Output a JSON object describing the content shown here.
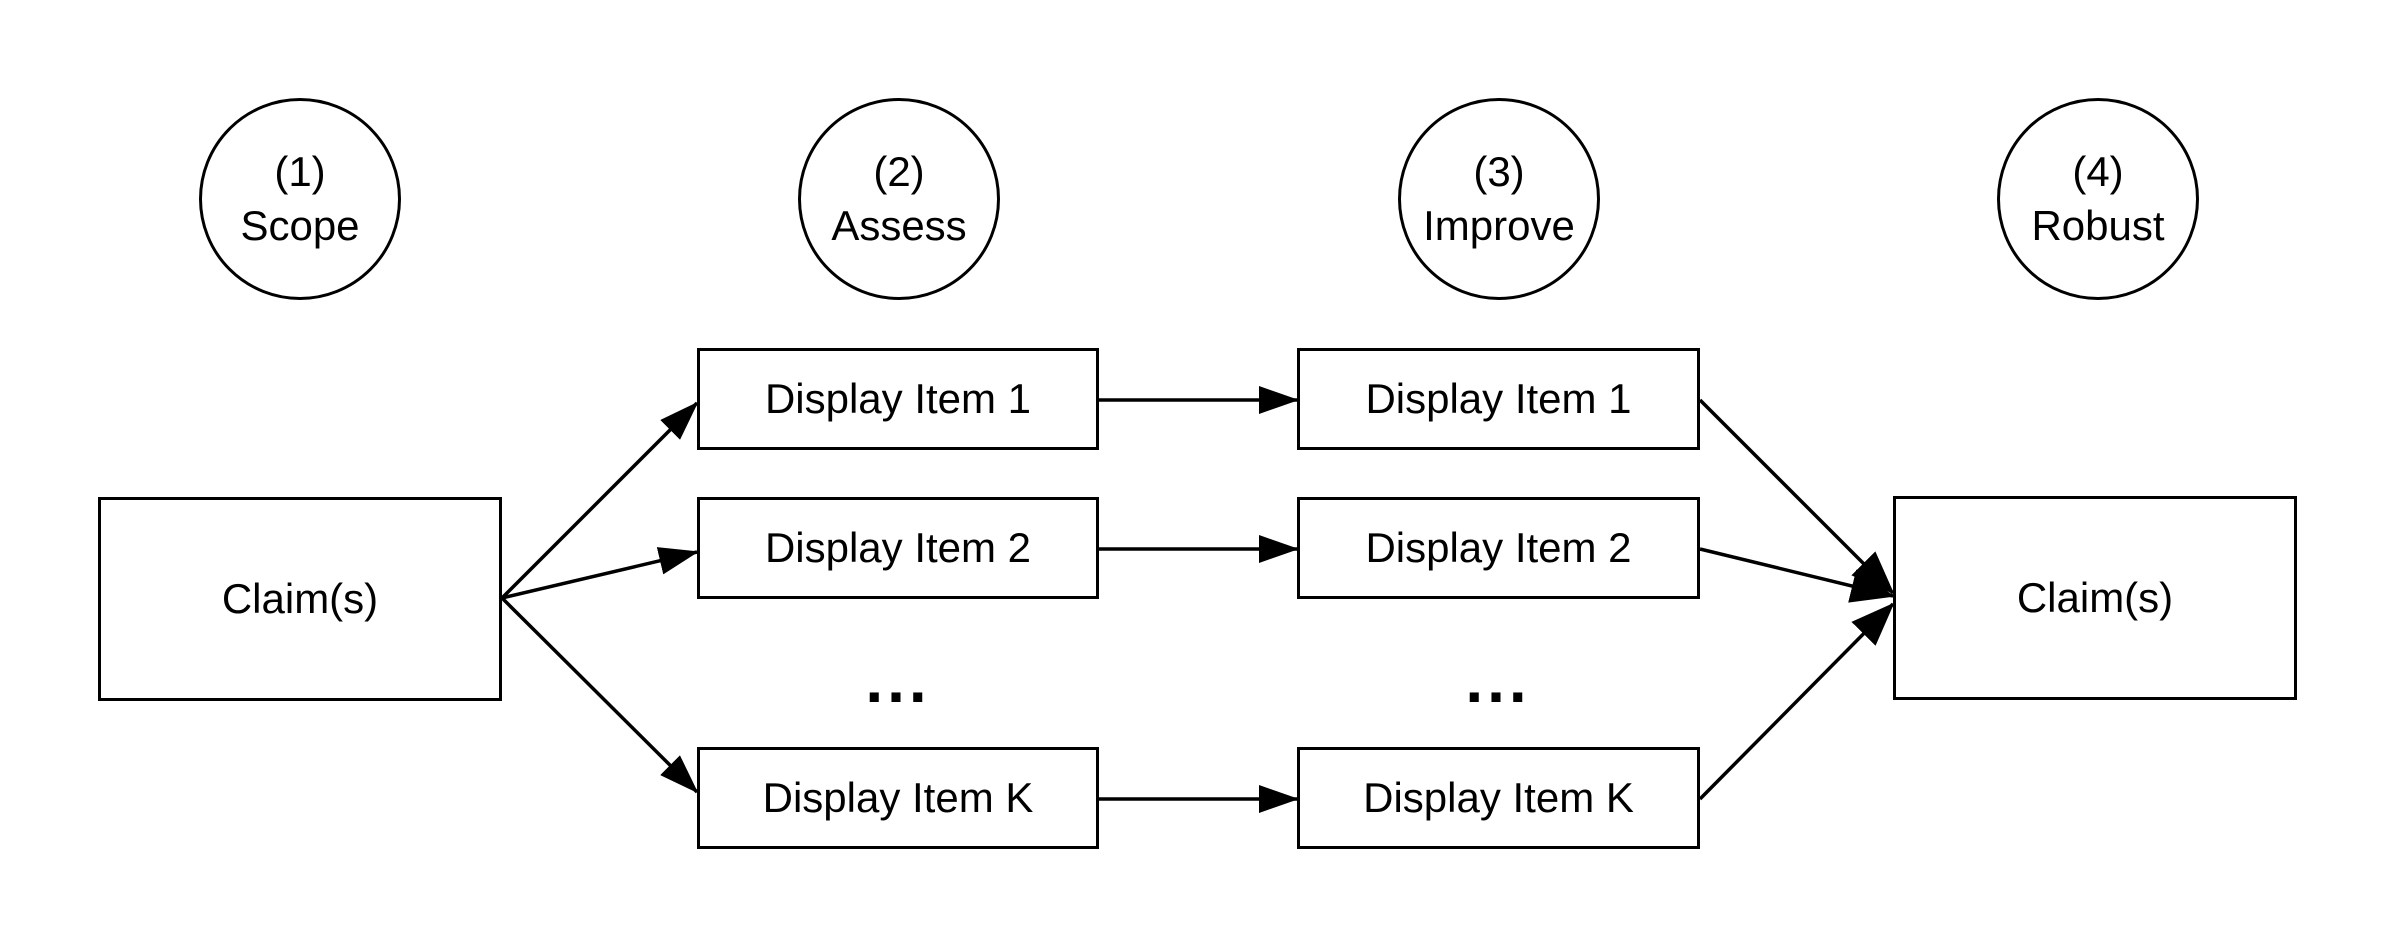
{
  "stages": [
    {
      "number": "(1)",
      "label": "Scope"
    },
    {
      "number": "(2)",
      "label": "Assess"
    },
    {
      "number": "(3)",
      "label": "Improve"
    },
    {
      "number": "(4)",
      "label": "Robust"
    }
  ],
  "left_claim": "Claim(s)",
  "right_claim": "Claim(s)",
  "assess_items": [
    "Display Item 1",
    "Display Item 2",
    "Display Item K"
  ],
  "improve_items": [
    "Display Item 1",
    "Display Item 2",
    "Display Item K"
  ],
  "ellipsis": "...",
  "colors": {
    "stroke": "#000000",
    "fill": "#ffffff"
  }
}
